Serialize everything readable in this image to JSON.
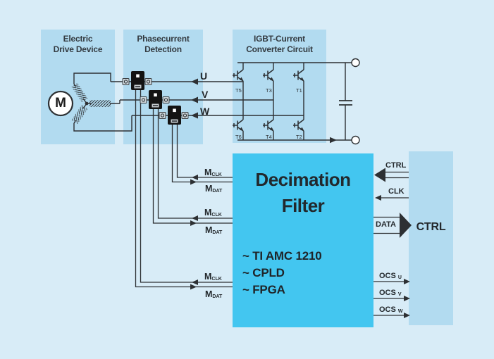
{
  "colors": {
    "background": "#d8ecf7",
    "panel": "#b2dbf0",
    "filter_panel": "#43c6f0",
    "line": "#2d3033",
    "text": "#23282c"
  },
  "panels": {
    "electric_drive": {
      "title_line1": "Electric",
      "title_line2": "Drive Device"
    },
    "phase_detection": {
      "title_line1": "Phasecurrent",
      "title_line2": "Detection"
    },
    "igbt": {
      "title_line1": "IGBT-Current",
      "title_line2": "Converter Circuit"
    },
    "decimation_filter": {
      "title_line1": "Decimation",
      "title_line2": "Filter",
      "items": [
        "~ TI AMC 1210",
        "~ CPLD",
        "~ FPGA"
      ]
    },
    "ctrl": {
      "label": "CTRL"
    }
  },
  "motor": {
    "label": "M"
  },
  "phases": [
    {
      "label": "U"
    },
    {
      "label": "V"
    },
    {
      "label": "W"
    }
  ],
  "igbt_labels": {
    "top": [
      "T5",
      "T3",
      "T1"
    ],
    "bottom": [
      "T6",
      "T4",
      "T2"
    ]
  },
  "sdm_pairs": [
    {
      "clk_main": "M",
      "clk_sub": "CLK",
      "dat_main": "M",
      "dat_sub": "DAT"
    },
    {
      "clk_main": "M",
      "clk_sub": "CLK",
      "dat_main": "M",
      "dat_sub": "DAT"
    },
    {
      "clk_main": "M",
      "clk_sub": "CLK",
      "dat_main": "M",
      "dat_sub": "DAT"
    }
  ],
  "ctrl_interface": {
    "ctrl_label": "CTRL",
    "clk_label": "CLK",
    "data_label": "DATA",
    "ocs_signals": [
      {
        "main": "OCS",
        "sub": "U"
      },
      {
        "main": "OCS",
        "sub": "V"
      },
      {
        "main": "OCS",
        "sub": "W"
      }
    ]
  }
}
